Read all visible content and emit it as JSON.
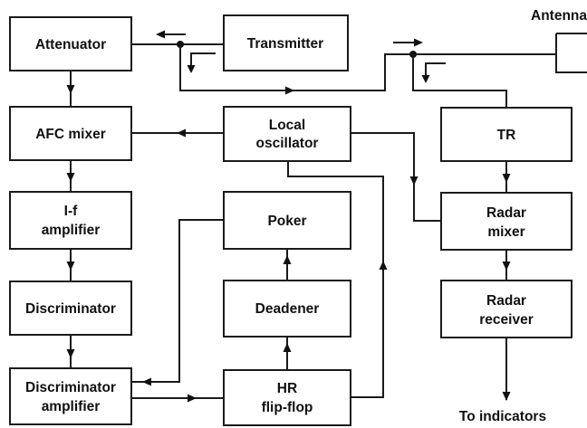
{
  "diagram": {
    "blocks": {
      "attenuator": "Attenuator",
      "transmitter": "Transmitter",
      "afc_mixer": "AFC mixer",
      "local_osc_1": "Local",
      "local_osc_2": "oscillator",
      "tr": "TR",
      "if_amp_1": "I-f",
      "if_amp_2": "amplifier",
      "poker": "Poker",
      "radar_mixer_1": "Radar",
      "radar_mixer_2": "mixer",
      "discriminator": "Discriminator",
      "deadener": "Deadener",
      "radar_receiver_1": "Radar",
      "radar_receiver_2": "receiver",
      "disc_amp_1": "Discriminator",
      "disc_amp_2": "amplifier",
      "hr_flipflop_1": "HR",
      "hr_flipflop_2": "flip-flop"
    },
    "antenna_label": "Antenna",
    "output_label": "To indicators"
  }
}
